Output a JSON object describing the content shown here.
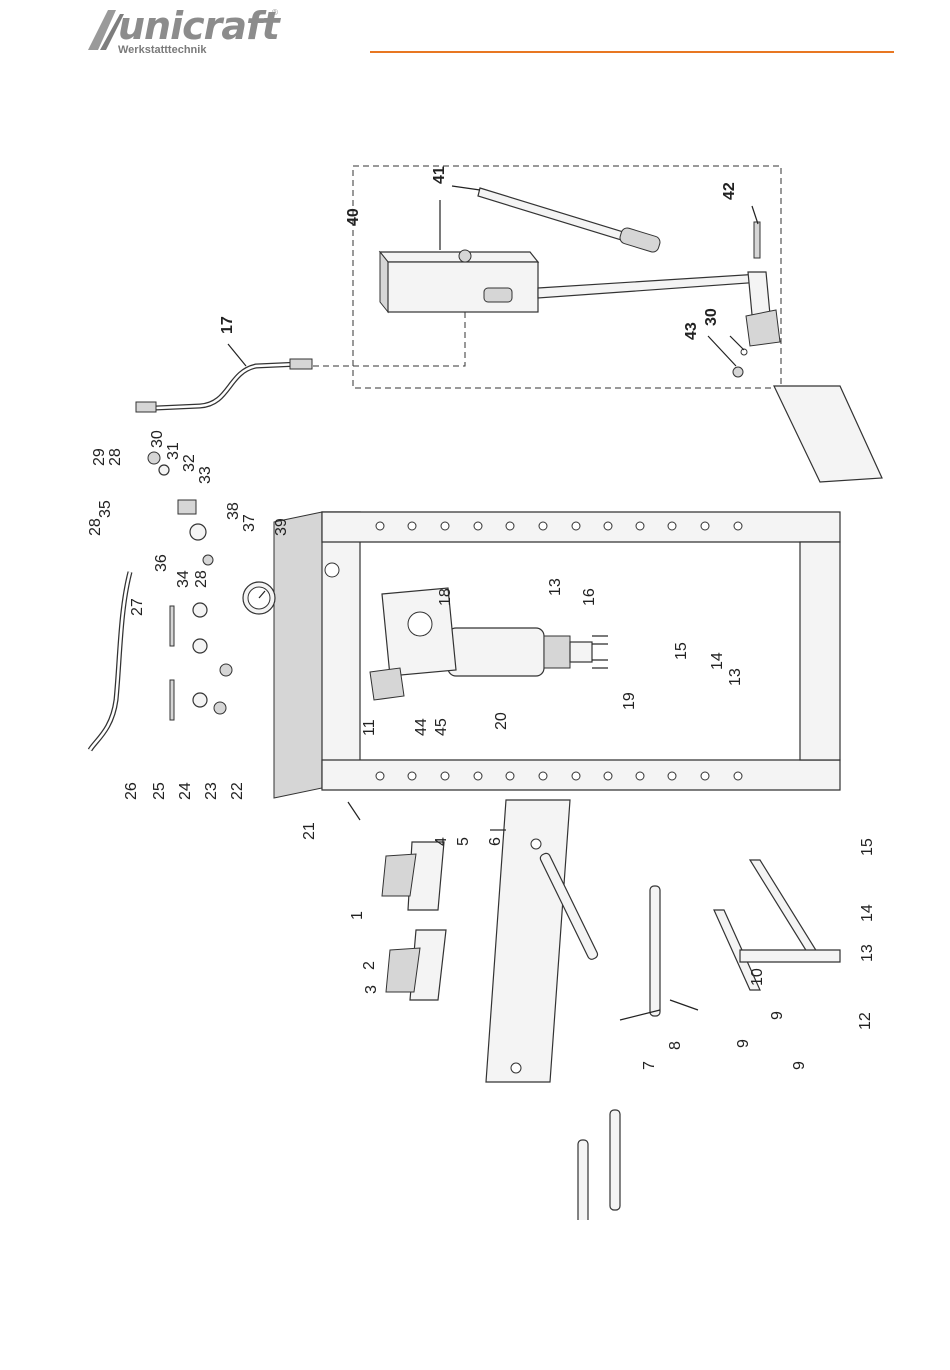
{
  "brand": {
    "name": "unicraft",
    "registered": "®",
    "tagline": "Werkstatttechnik",
    "accent_color": "#e87722",
    "logo_color": "#8c8c8c"
  },
  "diagram": {
    "part_numbers": [
      "1",
      "2",
      "3",
      "4",
      "5",
      "6",
      "7",
      "8",
      "9",
      "9",
      "9",
      "10",
      "11",
      "12",
      "13",
      "13",
      "13",
      "14",
      "14",
      "15",
      "15",
      "16",
      "17",
      "18",
      "19",
      "20",
      "21",
      "22",
      "23",
      "24",
      "25",
      "26",
      "27",
      "28",
      "28",
      "28",
      "29",
      "30",
      "30",
      "31",
      "32",
      "33",
      "34",
      "35",
      "36",
      "37",
      "38",
      "39",
      "40",
      "41",
      "42",
      "43",
      "44",
      "45"
    ]
  }
}
